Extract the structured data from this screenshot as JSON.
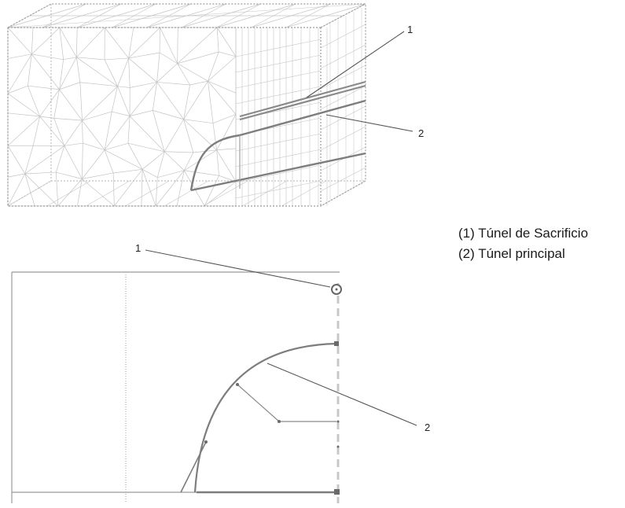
{
  "callouts": {
    "top_1": "1",
    "top_2": "2",
    "bottom_1": "1",
    "bottom_2": "2"
  },
  "legend": {
    "item_1": "(1) Túnel de Sacrificio",
    "item_2": "(2) Túnel principal"
  },
  "colors": {
    "mesh": "#b8b8b8",
    "tunnel_outline": "#7d7d7d",
    "leader": "#555555",
    "axis": "#9a9a9a"
  }
}
